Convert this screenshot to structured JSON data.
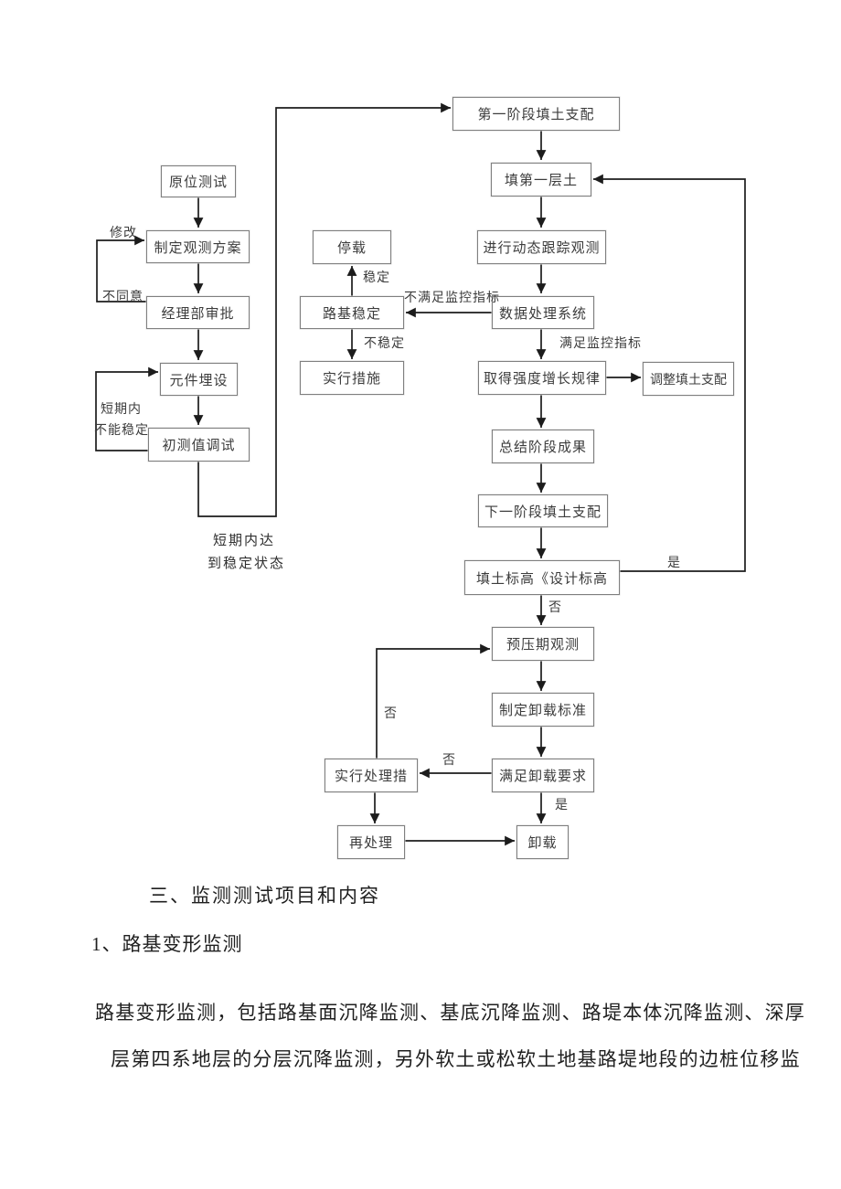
{
  "flowchart": {
    "colors": {
      "box_border": "#7f7f7f",
      "arrow_line": "#1c1c1c",
      "text": "#3c3c3c"
    },
    "nodes": {
      "stage1_fill": "第一阶段填土支配",
      "in_situ_test": "原位测试",
      "make_plan": "制定观测方案",
      "manager_approval": "经理部审批",
      "element_embed": "元件埋设",
      "initial_debug": "初测值调试",
      "fill_first_layer": "填第一层土",
      "dynamic_tracking": "进行动态跟踪观测",
      "stop_loading": "停载",
      "subgrade_stable": "路基稳定",
      "implement_measures": "实行措施",
      "data_processing": "数据处理系统",
      "strength_growth": "取得强度增长规律",
      "adjust_fill": "调整填土支配",
      "summarize_stage": "总结阶段成果",
      "next_stage_fill": "下一阶段填土支配",
      "fill_elevation_check": "填土标高《设计标高",
      "preload_observation": "预压期观测",
      "unload_standard": "制定卸载标准",
      "unload_requirement": "满足卸载要求",
      "treatment_measures": "实行处理措",
      "re_treatment": "再处理",
      "unload": "卸载"
    },
    "edge_labels": {
      "modify": "修改",
      "disagree": "不同意",
      "short_term": "短期内",
      "cannot_stabilize": "不能稳定",
      "stable": "稳定",
      "unstable": "不稳定",
      "not_meet_monitoring": "不满足监控指标",
      "meet_monitoring": "满足监控指标",
      "short_term_reach": "短期内达",
      "to_stable_state": "到稳定状态",
      "yes_elevation": "是",
      "no_elevation": "否",
      "no_loop_back": "否",
      "no_unload_req": "否",
      "yes_unload_req": "是"
    }
  },
  "document": {
    "section_heading": "三、监测测试项目和内容",
    "subsection_heading": "1、路基变形监测",
    "paragraph_lines": [
      "路基变形监测，包括路基面沉降监测、基底沉降监测、路堤本体沉降监测、深厚",
      "层第四系地层的分层沉降监测，另外软土或松软土地基路堤地段的边桩位移监"
    ]
  }
}
